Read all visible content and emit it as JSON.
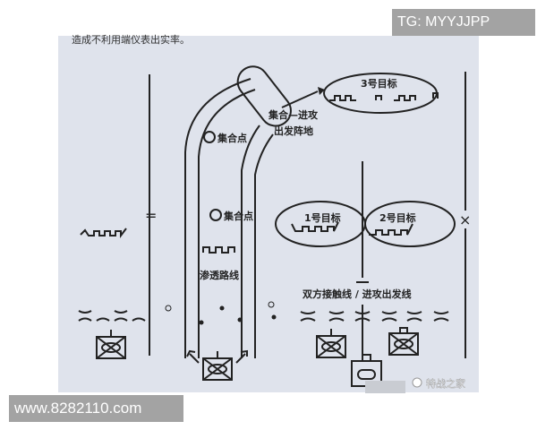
{
  "header_text": "造成不利用端仪表出实率。",
  "watermarks": {
    "top": "TG: MYYJJPP",
    "bottom": "www.8282110.com",
    "source": "特战之家"
  },
  "labels": {
    "target3": "3号目标",
    "assembly_attack": [
      "集合—进攻",
      "出发阵地"
    ],
    "assembly_point_1": "集合点",
    "assembly_point_2": "集合点",
    "target1": "1号目标",
    "target2": "2号目标",
    "infiltration_route": "渗透路线",
    "contact_line": "双方接触线 / 进攻出发线"
  }
}
